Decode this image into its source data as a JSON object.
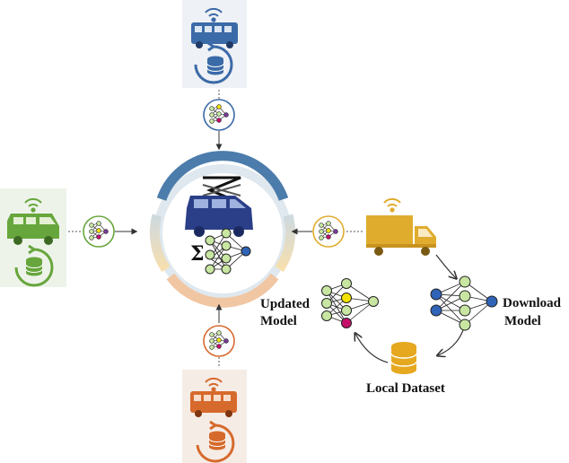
{
  "labels": {
    "updated_model": [
      "Updated",
      "Model"
    ],
    "download_model": [
      "Download",
      "Model"
    ],
    "local_dataset": "Local Dataset",
    "sigma": "Σ"
  },
  "colors": {
    "server_ring_top": "#4f7fae",
    "server_ring_bottom": "#f2c9a0",
    "server_van": "#2b3f88",
    "bus_top": "#3b6aa8",
    "van_left": "#67a63c",
    "truck_right": "#e0ac2e",
    "bus_bottom": "#d66a2c",
    "dataset_gold": "#e5a81f",
    "node_blue": "#2f64b7",
    "node_green": "#c8e6a2",
    "node_yellow": "#f2e200",
    "node_magenta": "#c4106a",
    "node_purple": "#7a3a9a"
  },
  "icons": {
    "server": "van-with-satellite-icon",
    "clients": [
      "bus-icon",
      "van-icon",
      "truck-icon",
      "bus-icon"
    ],
    "model_badge": "neural-network-icon",
    "dataset": "database-icon",
    "wifi": "wifi-icon"
  }
}
